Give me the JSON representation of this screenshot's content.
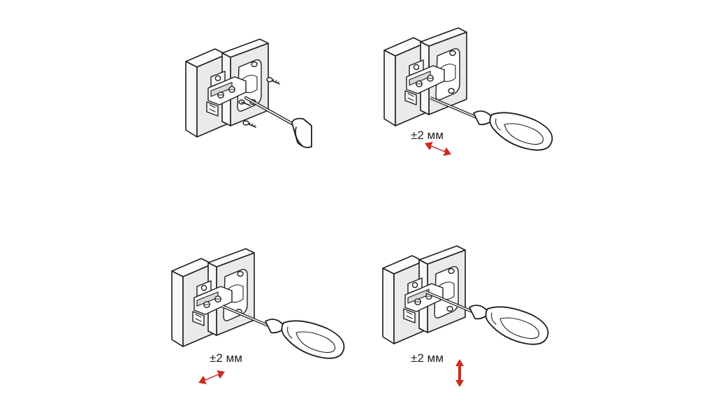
{
  "panels": [
    {
      "id": "top-left",
      "label": "",
      "arrow": "none",
      "tool": "hand"
    },
    {
      "id": "top-right",
      "label": "±2 мм",
      "arrow": "diagonal",
      "tool": "screwdriver"
    },
    {
      "id": "bottom-left",
      "label": "±2 мм",
      "arrow": "diagonal",
      "tool": "screwdriver"
    },
    {
      "id": "bottom-right",
      "label": "±2 мм",
      "arrow": "vertical",
      "tool": "screwdriver"
    }
  ],
  "colors": {
    "arrow": "#cc2a22",
    "outline": "#1e1e1e",
    "block": "#eaeaea"
  },
  "icons": {
    "arrow_icon": "double-arrow-icon",
    "tool_icon": "screwdriver-icon"
  }
}
